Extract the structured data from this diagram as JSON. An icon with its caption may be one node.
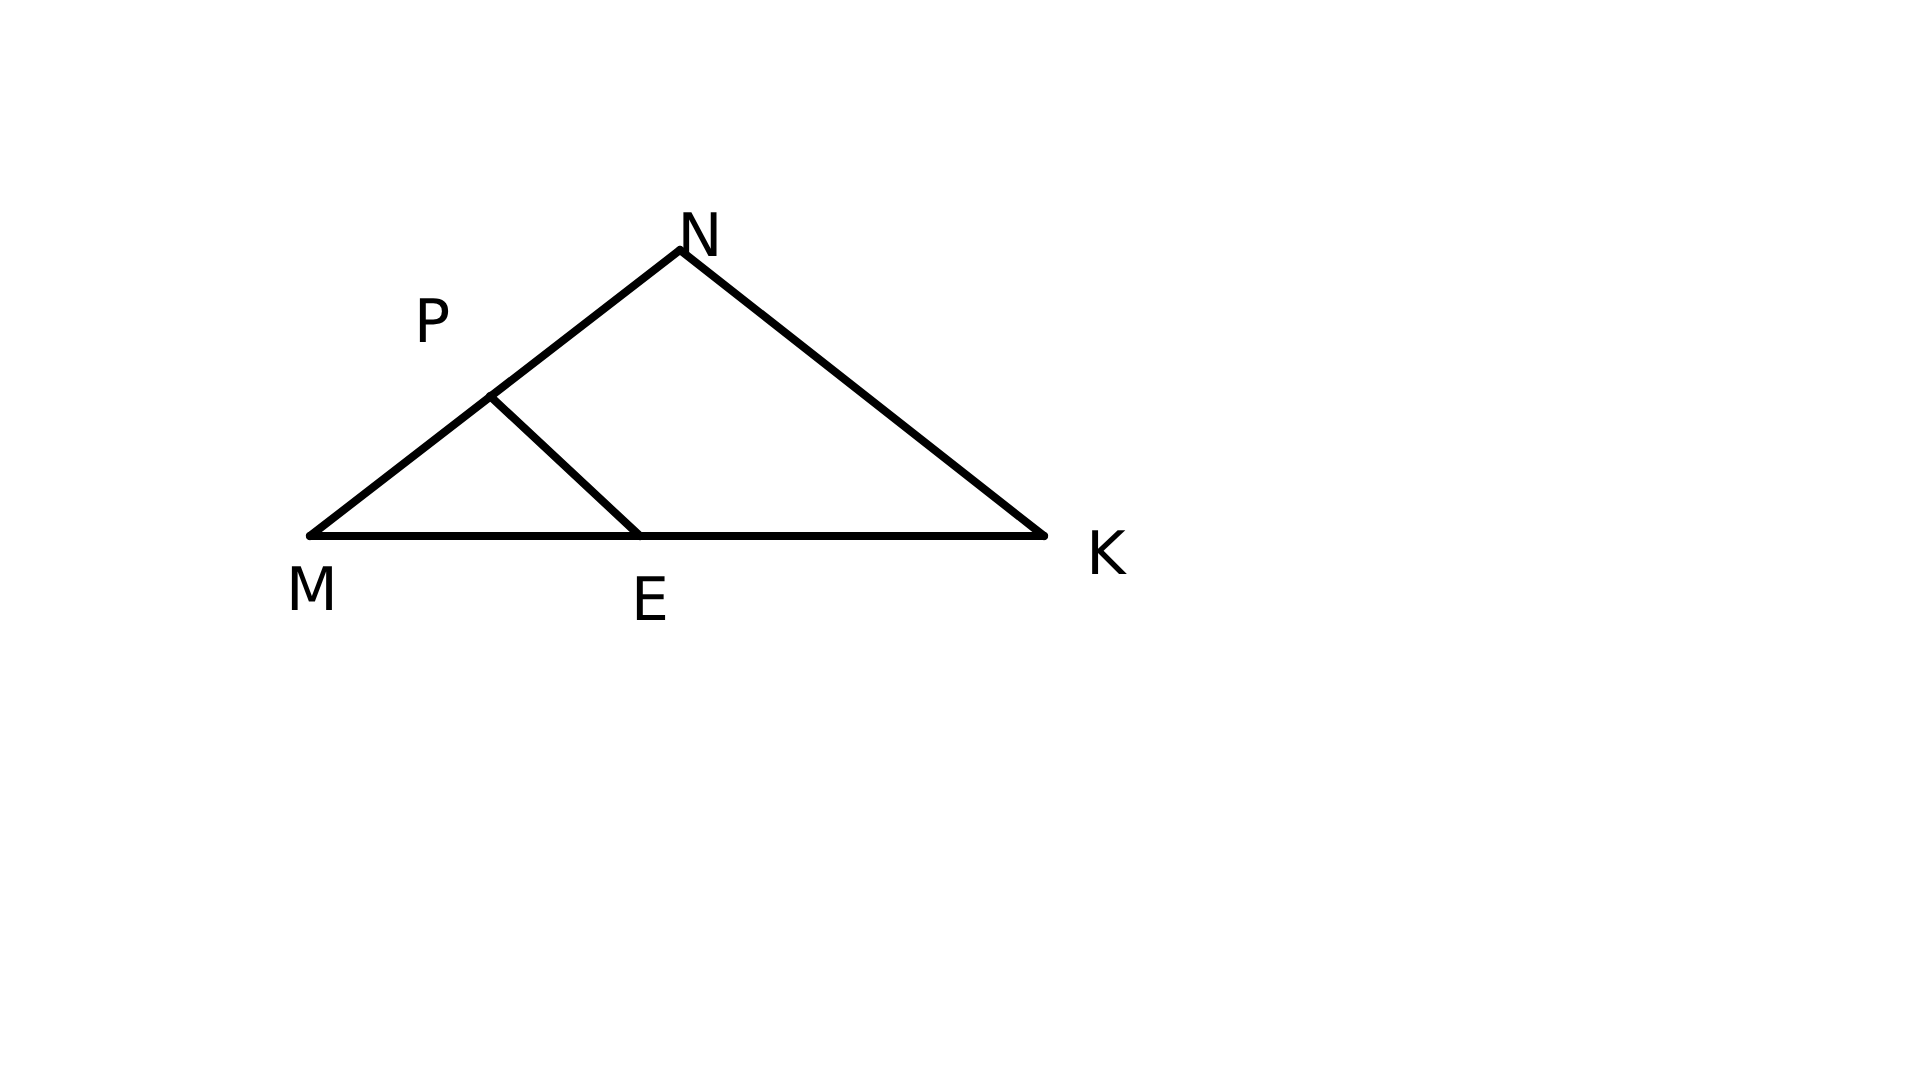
{
  "diagram": {
    "nodes": [
      {
        "text": [
          "M"
        ]
      },
      {
        "text": [
          "N"
        ]
      },
      {
        "text": [
          "K"
        ]
      },
      {
        "text": [
          "P"
        ]
      },
      {
        "text": [
          "E"
        ]
      }
    ],
    "edges": [
      {
        "from": 0,
        "to": 1,
        "arrow": "none"
      },
      {
        "from": 1,
        "to": 2,
        "arrow": "none"
      },
      {
        "from": 0,
        "to": 2,
        "arrow": "none"
      },
      {
        "from": 3,
        "to": 4,
        "arrow": "none"
      }
    ]
  }
}
